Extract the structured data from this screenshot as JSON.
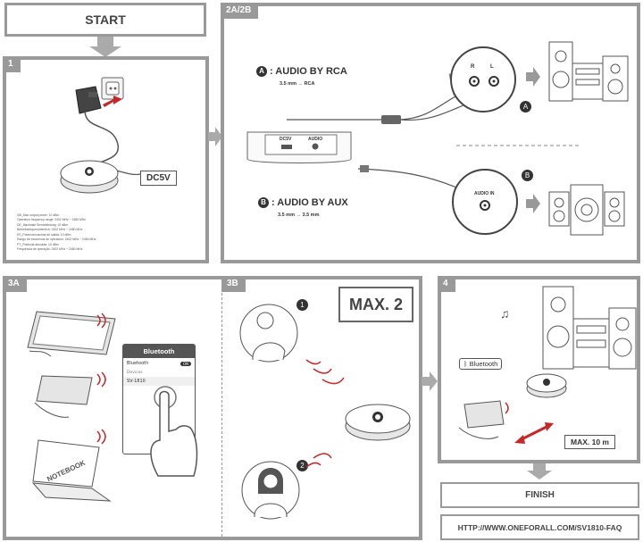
{
  "start": {
    "label": "START"
  },
  "panel1": {
    "tag": "1",
    "dc_label": "DC5V",
    "specs": [
      "GB_Max output power: 10 dBm",
      "Operation frequency range: 2402 MHz ~ 2480 MHz",
      "DE_Maximale Sendeleistung: 10 dBm",
      "Betriebsfrequenzbereich: 2402 MHz ~ 2480 MHz",
      "ES_Potencia máxima de salida: 10 dBm",
      "Rango de frecuencia de operación: 2402 MHz ~ 2480 MHz",
      "PT_Potência absoluta: 10 dBm",
      "Frequência de operação: 2402 MHz ~ 2480 MHz"
    ]
  },
  "panel2": {
    "tag": "2A/2B",
    "a_badge": "A",
    "a_title": ": AUDIO BY RCA",
    "a_sub": "3.5 mm → RCA",
    "b_badge": "B",
    "b_title": ": AUDIO BY AUX",
    "b_sub": "3.5 mm → 3.5 mm",
    "device_dc": "DC5V",
    "device_audio": "AUDIO",
    "rca_r": "R",
    "rca_l": "L",
    "audio_in": "AUDIO IN",
    "circle_a": "A",
    "circle_b": "B"
  },
  "panel3a": {
    "tag": "3A",
    "bt_header": "Bluetooth",
    "bt_row": "Bluetooth",
    "bt_toggle": "ON",
    "devices": "Devices",
    "device_name": "SV-1810",
    "notebook": "NOTEBOOK"
  },
  "panel3b": {
    "tag": "3B",
    "max": "MAX. 2",
    "n1": "1",
    "n2": "2"
  },
  "panel4": {
    "tag": "4",
    "bt_label": "Bluetooth",
    "range": "MAX. 10 m"
  },
  "finish": {
    "label": "FINISH"
  },
  "url": {
    "label": "HTTP://WWW.ONEFORALL.COM/SV1810-FAQ"
  }
}
